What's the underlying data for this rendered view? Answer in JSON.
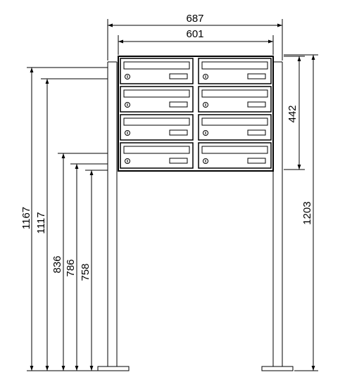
{
  "dimensions": {
    "overall_width": "687",
    "box_width": "601",
    "box_height": "442",
    "total_height": "1203",
    "top_left_1": "1167",
    "top_left_2": "1117",
    "bottom_left_1": "836",
    "bottom_left_2": "786",
    "bottom_left_3": "758"
  },
  "mailbox_grid": {
    "rows": 4,
    "columns": 2
  }
}
